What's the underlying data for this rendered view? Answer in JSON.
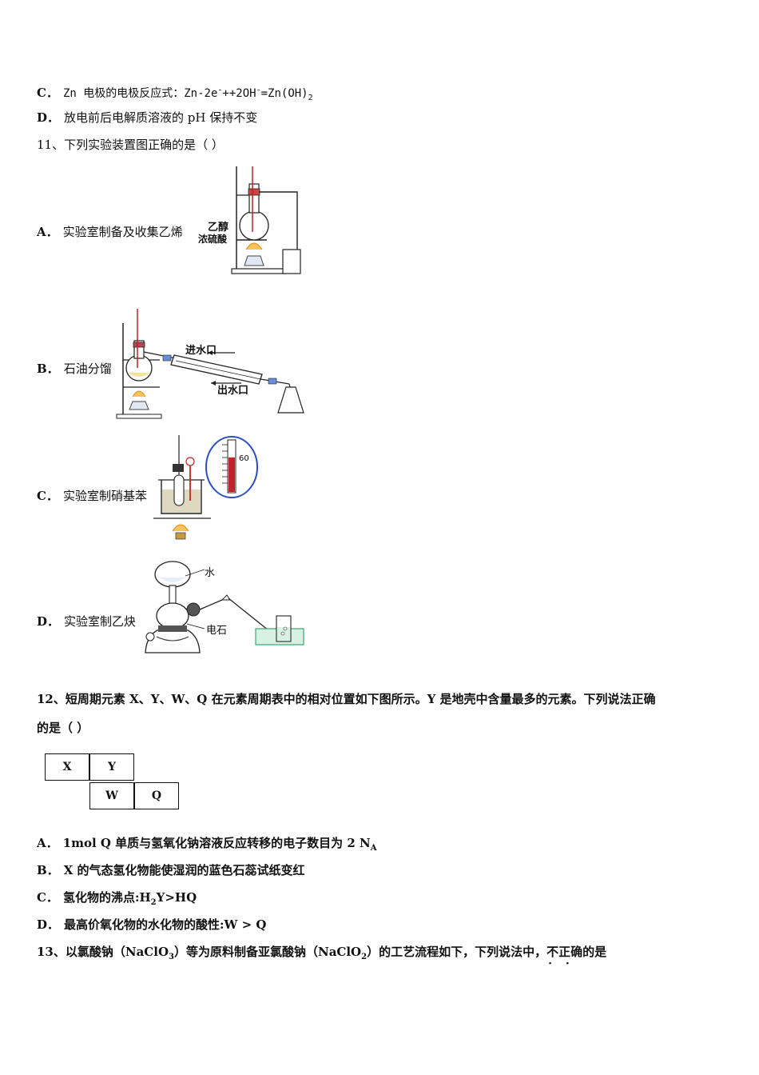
{
  "q10": {
    "c_label": "C．",
    "c_text_pre": "Zn 电极的电极反应式：Zn-2e",
    "c_sup1": "-",
    "c_mid": "++2OH",
    "c_sup2": "-",
    "c_post": "=Zn(OH)",
    "c_sub": "2",
    "d_label": "D．",
    "d_text": "放电前后电解质溶液的 pH 保持不变"
  },
  "q11": {
    "stem": "11、下列实验装置图正确的是（    ）",
    "options": [
      {
        "label": "A．",
        "text": "实验室制备及收集乙烯"
      },
      {
        "label": "B．",
        "text": "石油分馏"
      },
      {
        "label": "C．",
        "text": "实验室制硝基苯"
      },
      {
        "label": "D．",
        "text": "实验室制乙炔"
      }
    ],
    "fig_a": {
      "label1": "乙醇",
      "label2": "浓硫酸"
    },
    "fig_b": {
      "inlet": "进水口",
      "outlet": "出水口"
    },
    "fig_c": {
      "thermo": "60"
    },
    "fig_d": {
      "water": "水",
      "carbide": "电石"
    }
  },
  "q12": {
    "stem1": "12、短周期元素 X、Y、W、Q 在元素周期表中的相对位置如下图所示。Y 是地壳中含量最多的元素。下列说法正确",
    "stem2": "的是（         ）",
    "table": {
      "x": "X",
      "y": "Y",
      "w": "W",
      "q": "Q"
    },
    "a_label": "A．",
    "a_text": "1mol Q 单质与氢氧化钠溶液反应转移的电子数目为 2 N",
    "a_sub": "A",
    "b_label": "B．",
    "b_text": "X 的气态氢化物能使湿润的蓝色石蕊试纸变红",
    "c_label": "C．",
    "c_text_pre": "氢化物的沸点:H",
    "c_sub": "2",
    "c_text_post": "Y>HQ",
    "d_label": "D．",
    "d_text": "最高价氧化物的水化物的酸性:W > Q"
  },
  "q13": {
    "pre": "13、以氯酸钠（NaClO",
    "sub1": "3",
    "mid": "）等为原料制备亚氯酸钠（NaClO",
    "sub2": "2",
    "post": "）的工艺流程如下，下列说法中，",
    "emph": "不正确",
    "end": "的是"
  }
}
